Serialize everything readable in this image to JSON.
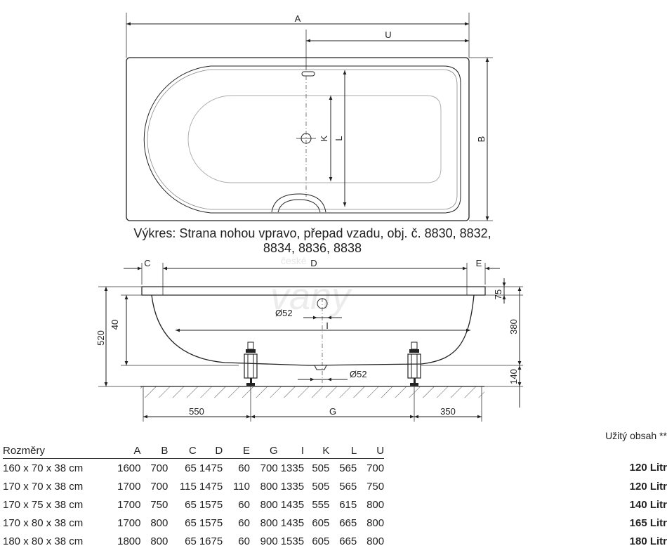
{
  "top_view": {
    "labels": {
      "A": "A",
      "U": "U",
      "B": "B",
      "K": "K",
      "L": "L"
    }
  },
  "caption": {
    "line1": "Výkres: Strana nohou vpravo, přepad vzadu, obj. č. 8830, 8832,",
    "line2": "8834, 8836, 8838"
  },
  "watermark": {
    "line1": "české",
    "line2": "vany"
  },
  "side_view": {
    "labels": {
      "C": "C",
      "D": "D",
      "E": "E",
      "I": "I",
      "G": "G"
    },
    "dims": {
      "overflow_diameter": "Ø52",
      "drain_diameter": "Ø52",
      "height_total": "520",
      "depth_inner": "40",
      "rim": "75",
      "height_right": "380",
      "feet": "140",
      "left_offset": "550",
      "right_offset": "350"
    }
  },
  "table": {
    "header": {
      "label": "Rozměry",
      "cols": [
        "A",
        "B",
        "C",
        "D",
        "E",
        "G",
        "I",
        "K",
        "L",
        "U"
      ],
      "volume": "Užitý obsah **"
    },
    "rows": [
      {
        "label": "160 x 70 x 38 cm",
        "values": [
          "1600",
          "700",
          "65",
          "1475",
          "60",
          "700",
          "1335",
          "505",
          "565",
          "700"
        ],
        "volume": "120 Litr"
      },
      {
        "label": "170 x 70 x 38 cm",
        "values": [
          "1700",
          "700",
          "115",
          "1475",
          "110",
          "800",
          "1335",
          "505",
          "565",
          "750"
        ],
        "volume": "120 Litr"
      },
      {
        "label": "170 x 75 x 38 cm",
        "values": [
          "1700",
          "750",
          "65",
          "1575",
          "60",
          "800",
          "1435",
          "555",
          "615",
          "800"
        ],
        "volume": "140 Litr"
      },
      {
        "label": "170 x 80 x 38 cm",
        "values": [
          "1700",
          "800",
          "65",
          "1575",
          "60",
          "800",
          "1435",
          "605",
          "665",
          "800"
        ],
        "volume": "165 Litr"
      },
      {
        "label": "180 x 80 x 38 cm",
        "values": [
          "1800",
          "800",
          "65",
          "1675",
          "60",
          "900",
          "1535",
          "605",
          "665",
          "800"
        ],
        "volume": "180 Litr"
      }
    ]
  }
}
